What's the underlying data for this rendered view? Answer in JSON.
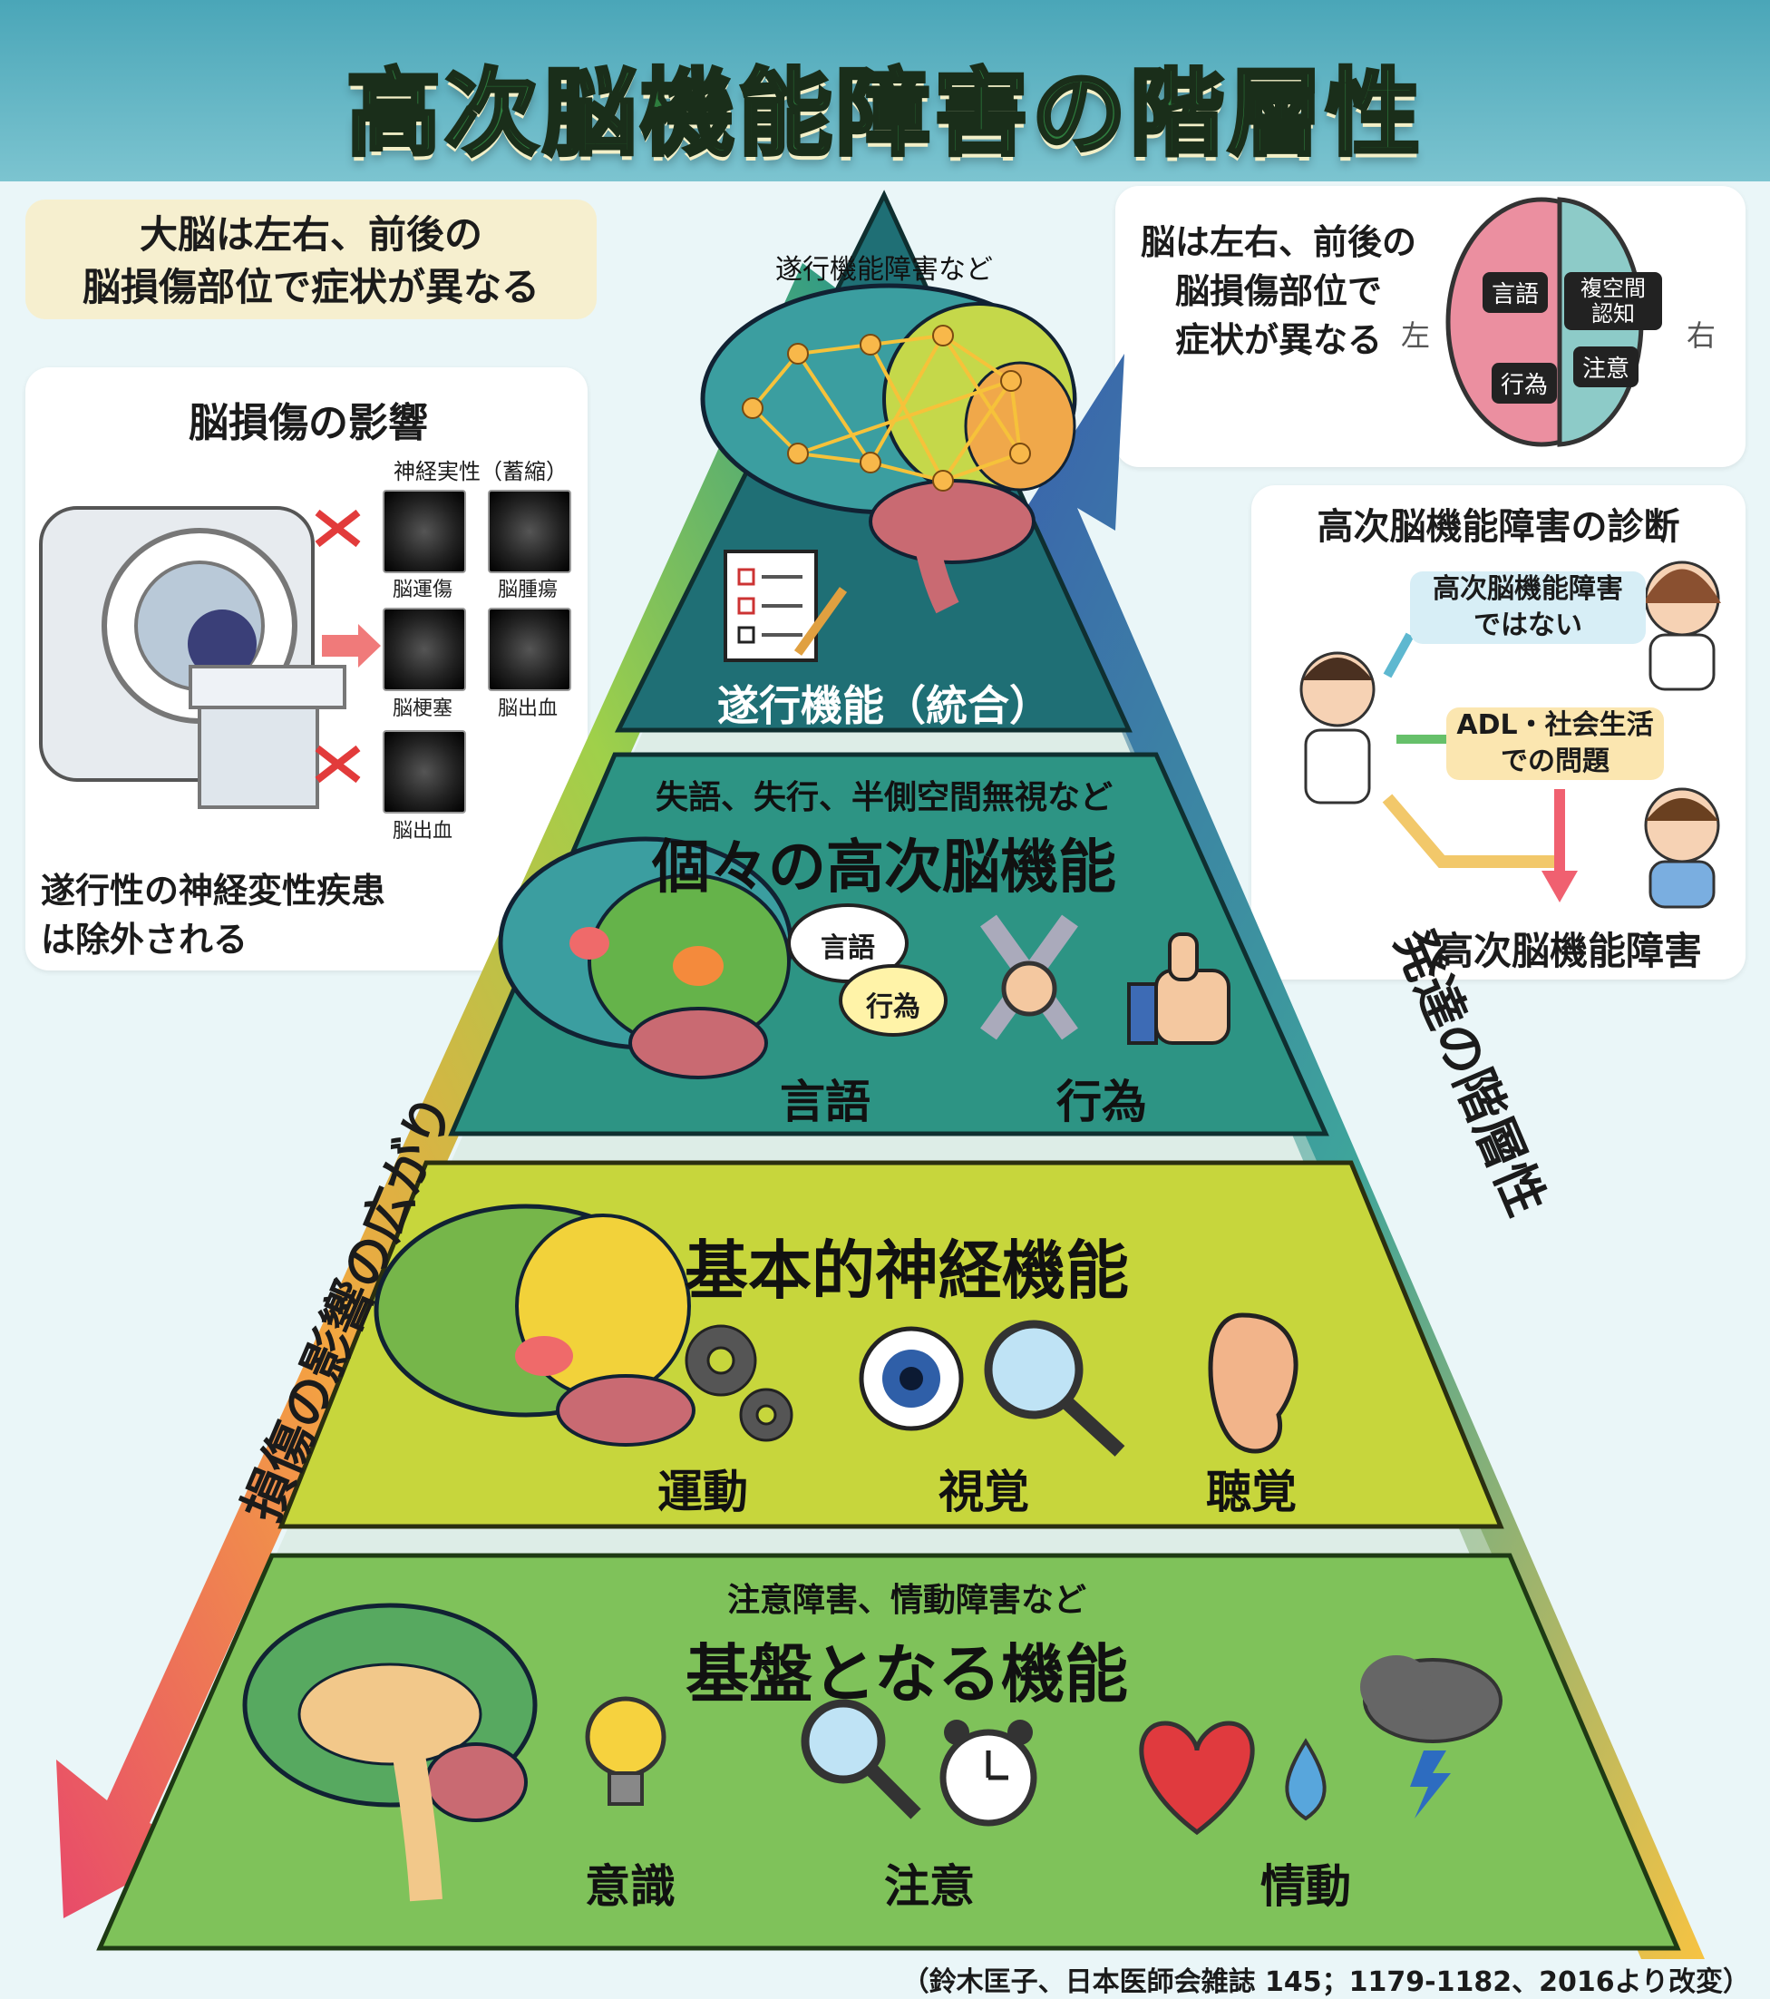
{
  "title": "高次脳機能障害の階層性",
  "left_note": {
    "lines": [
      "大脳は左右、前後の",
      "脳損傷部位で症状が異なる"
    ]
  },
  "brain_damage_panel": {
    "title": "脳損傷の影響",
    "neuro_degenerative_label": "神経実性（蓄縮）",
    "scan_labels": [
      "脳運傷",
      "脳腫瘍",
      "脳梗塞",
      "脳出血",
      "脳出血"
    ],
    "footer_lines": [
      "遂行性の神経変性疾患",
      "は除外される"
    ]
  },
  "right_top_panel": {
    "lines": [
      "脳は左右、前後の",
      "脳損傷部位で",
      "症状が異なる"
    ],
    "left_label": "左",
    "right_label": "右",
    "brain_tags": [
      "言語",
      "複空間\n認知",
      "行為",
      "注意"
    ]
  },
  "diagnosis_panel": {
    "title": "高次脳機能障害の診断",
    "not_disorder_lines": [
      "高次脳機能障害",
      "ではない"
    ],
    "adl_lines": [
      "ADL・社会生活",
      "での問題"
    ],
    "result": "高次脳機能障害"
  },
  "left_arrow_label": "損傷の影響の広がり",
  "right_arrow_label": "発達の階層性",
  "tiers": {
    "top": {
      "subtitle": "遂行機能障害など",
      "title": "遂行機能（統合）"
    },
    "second": {
      "subtitle": "失語、失行、半側空間無視など",
      "title": "個々の高次脳機能",
      "bubble_1": "言語",
      "bubble_2": "行為",
      "label_1": "言語",
      "label_2": "行為"
    },
    "third": {
      "title": "基本的神経機能",
      "label_1": "運動",
      "label_2": "視覚",
      "label_3": "聴覚"
    },
    "bottom": {
      "subtitle": "注意障害、情動障害など",
      "title": "基盤となる機能",
      "label_1": "意識",
      "label_2": "注意",
      "label_3": "情動"
    }
  },
  "citation": "（鈴木匡子、日本医師会雑誌 145；1179-1182、2016より改変）",
  "colors": {
    "top_tier": "#1f6f75",
    "second_tier": "#2d9484",
    "third_tier": "#c7d63c",
    "bottom_tier": "#7fc25a",
    "title_green": "#2e7d3e"
  }
}
